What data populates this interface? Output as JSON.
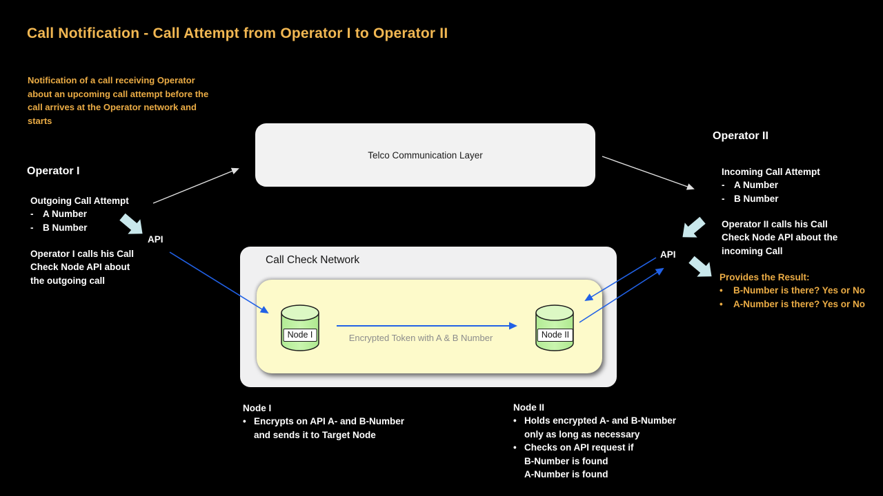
{
  "title": "Call Notification - Call Attempt from Operator I to Operator II",
  "intro_lines": [
    "Notification of a call receiving Operator",
    "about an upcoming call attempt before the",
    "call arrives at the Operator network and",
    "starts"
  ],
  "markers": {
    "dash": "-",
    "bullet": "•"
  },
  "operator1": {
    "heading": "Operator I",
    "list_title": "Outgoing Call Attempt",
    "items": [
      "A Number",
      "B Number"
    ],
    "api_label": "API",
    "desc_lines": [
      "Operator I calls his Call",
      "Check Node API about",
      "the outgoing call"
    ]
  },
  "telco": {
    "label": "Telco Communication Layer"
  },
  "operator2": {
    "heading": "Operator II",
    "list_title": "Incoming Call Attempt",
    "items": [
      "A Number",
      "B Number"
    ],
    "api_label": "API",
    "desc_lines": [
      "Operator II calls his Call",
      "Check Node API about the",
      "incoming Call"
    ],
    "result_title": "Provides the Result:",
    "result_items": [
      "B-Number is there? Yes or No",
      "A-Number is there? Yes or No"
    ]
  },
  "network": {
    "label": "Call Check Network",
    "node1": "Node I",
    "node2": "Node II",
    "token_label": "Encrypted Token with A & B Number"
  },
  "notes1": {
    "heading": "Node I",
    "bullet1_lines": [
      "Encrypts on API A- and B-Number",
      "and sends it to Target Node"
    ]
  },
  "notes2": {
    "heading": "Node II",
    "bullet1_lines": [
      "Holds encrypted A- and B-Number",
      "only as long as necessary"
    ],
    "bullet2_lines": [
      "Checks on API request if",
      "B-Number is found",
      "A-Number is found"
    ]
  },
  "colors": {
    "background": "#000000",
    "accent_gold": "#EBAC45",
    "title_gold": "#F1B752",
    "arrow_blue": "#2161E6",
    "arrow_white": "#DFDFDF",
    "block_arrow_cyan": "#C9E8EC",
    "box_gray": "#F0F0F1",
    "panel_yellow": "#FDFACA",
    "cylinder_green": "#BDF0A0"
  }
}
